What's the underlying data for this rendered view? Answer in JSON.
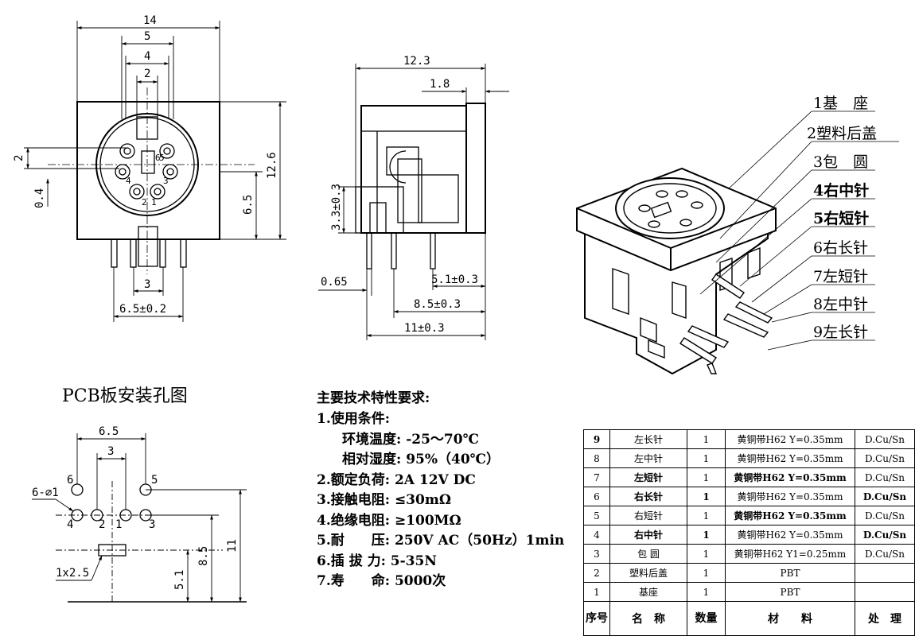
{
  "front_view": {
    "width": "14",
    "w5": "5",
    "w4": "4",
    "w2": "2",
    "left_2": "2",
    "left_04": "0.4",
    "right_65": "6.5",
    "height": "12.6",
    "pin_pitch": "3",
    "pin_span": "6.5±0.2",
    "pin_labels": [
      "6",
      "5",
      "4",
      "3",
      "2",
      "1"
    ]
  },
  "side_view": {
    "depth": "12.3",
    "d18": "1.8",
    "h33": "3.3±0.3",
    "d065": "0.65",
    "d51": "5.1±0.3",
    "d85": "8.5±0.3",
    "d11": "11±0.3"
  },
  "callouts": [
    "1基　座",
    "2塑料后盖",
    "3包　圆",
    "4右中针",
    "5右短针",
    "6右长针",
    "7左短针",
    "8左中针",
    "9左长针"
  ],
  "pcb": {
    "title": "PCB板安装孔图",
    "d65": "6.5",
    "d3": "3",
    "holes": "6-⌀1",
    "slot": "1x2.5",
    "d51": "5.1",
    "d85": "8.5",
    "d11": "11",
    "labels": [
      "6",
      "5",
      "4",
      "2",
      "1",
      "3"
    ]
  },
  "requirements": {
    "heading": "主要技术特性要求:",
    "lines": [
      "1.使用条件:",
      "环境温度: -25～70℃",
      "相对湿度: 95%（40℃）",
      "2.额定负荷: 2A 12V DC",
      "3.接触电阻: ≤30mΩ",
      "4.绝缘电阻: ≥100MΩ",
      "5.耐　　压: 250V AC（50Hz）1min",
      "6.插 拔 力: 5-35N",
      "7.寿　　命: 5000次"
    ]
  },
  "bom": {
    "rows": [
      [
        "9",
        "左长针",
        "1",
        "黄铜带H62 Y=0.35mm",
        "D.Cu/Sn"
      ],
      [
        "8",
        "左中针",
        "1",
        "黄铜带H62 Y=0.35mm",
        "D.Cu/Sn"
      ],
      [
        "7",
        "左短针",
        "1",
        "黄铜带H62 Y=0.35mm",
        "D.Cu/Sn"
      ],
      [
        "6",
        "右长针",
        "1",
        "黄铜带H62 Y=0.35mm",
        "D.Cu/Sn"
      ],
      [
        "5",
        "右短针",
        "1",
        "黄铜带H62 Y=0.35mm",
        "D.Cu/Sn"
      ],
      [
        "4",
        "右中针",
        "1",
        "黄铜带H62 Y=0.35mm",
        "D.Cu/Sn"
      ],
      [
        "3",
        "包 圆",
        "1",
        "黄铜带H62 Y1=0.25mm",
        "D.Cu/Sn"
      ],
      [
        "2",
        "塑料后盖",
        "1",
        "PBT",
        ""
      ],
      [
        "1",
        "基座",
        "1",
        "PBT",
        ""
      ]
    ],
    "header": [
      "序号",
      "名　称",
      "数量",
      "材　　料",
      "处　理"
    ]
  }
}
